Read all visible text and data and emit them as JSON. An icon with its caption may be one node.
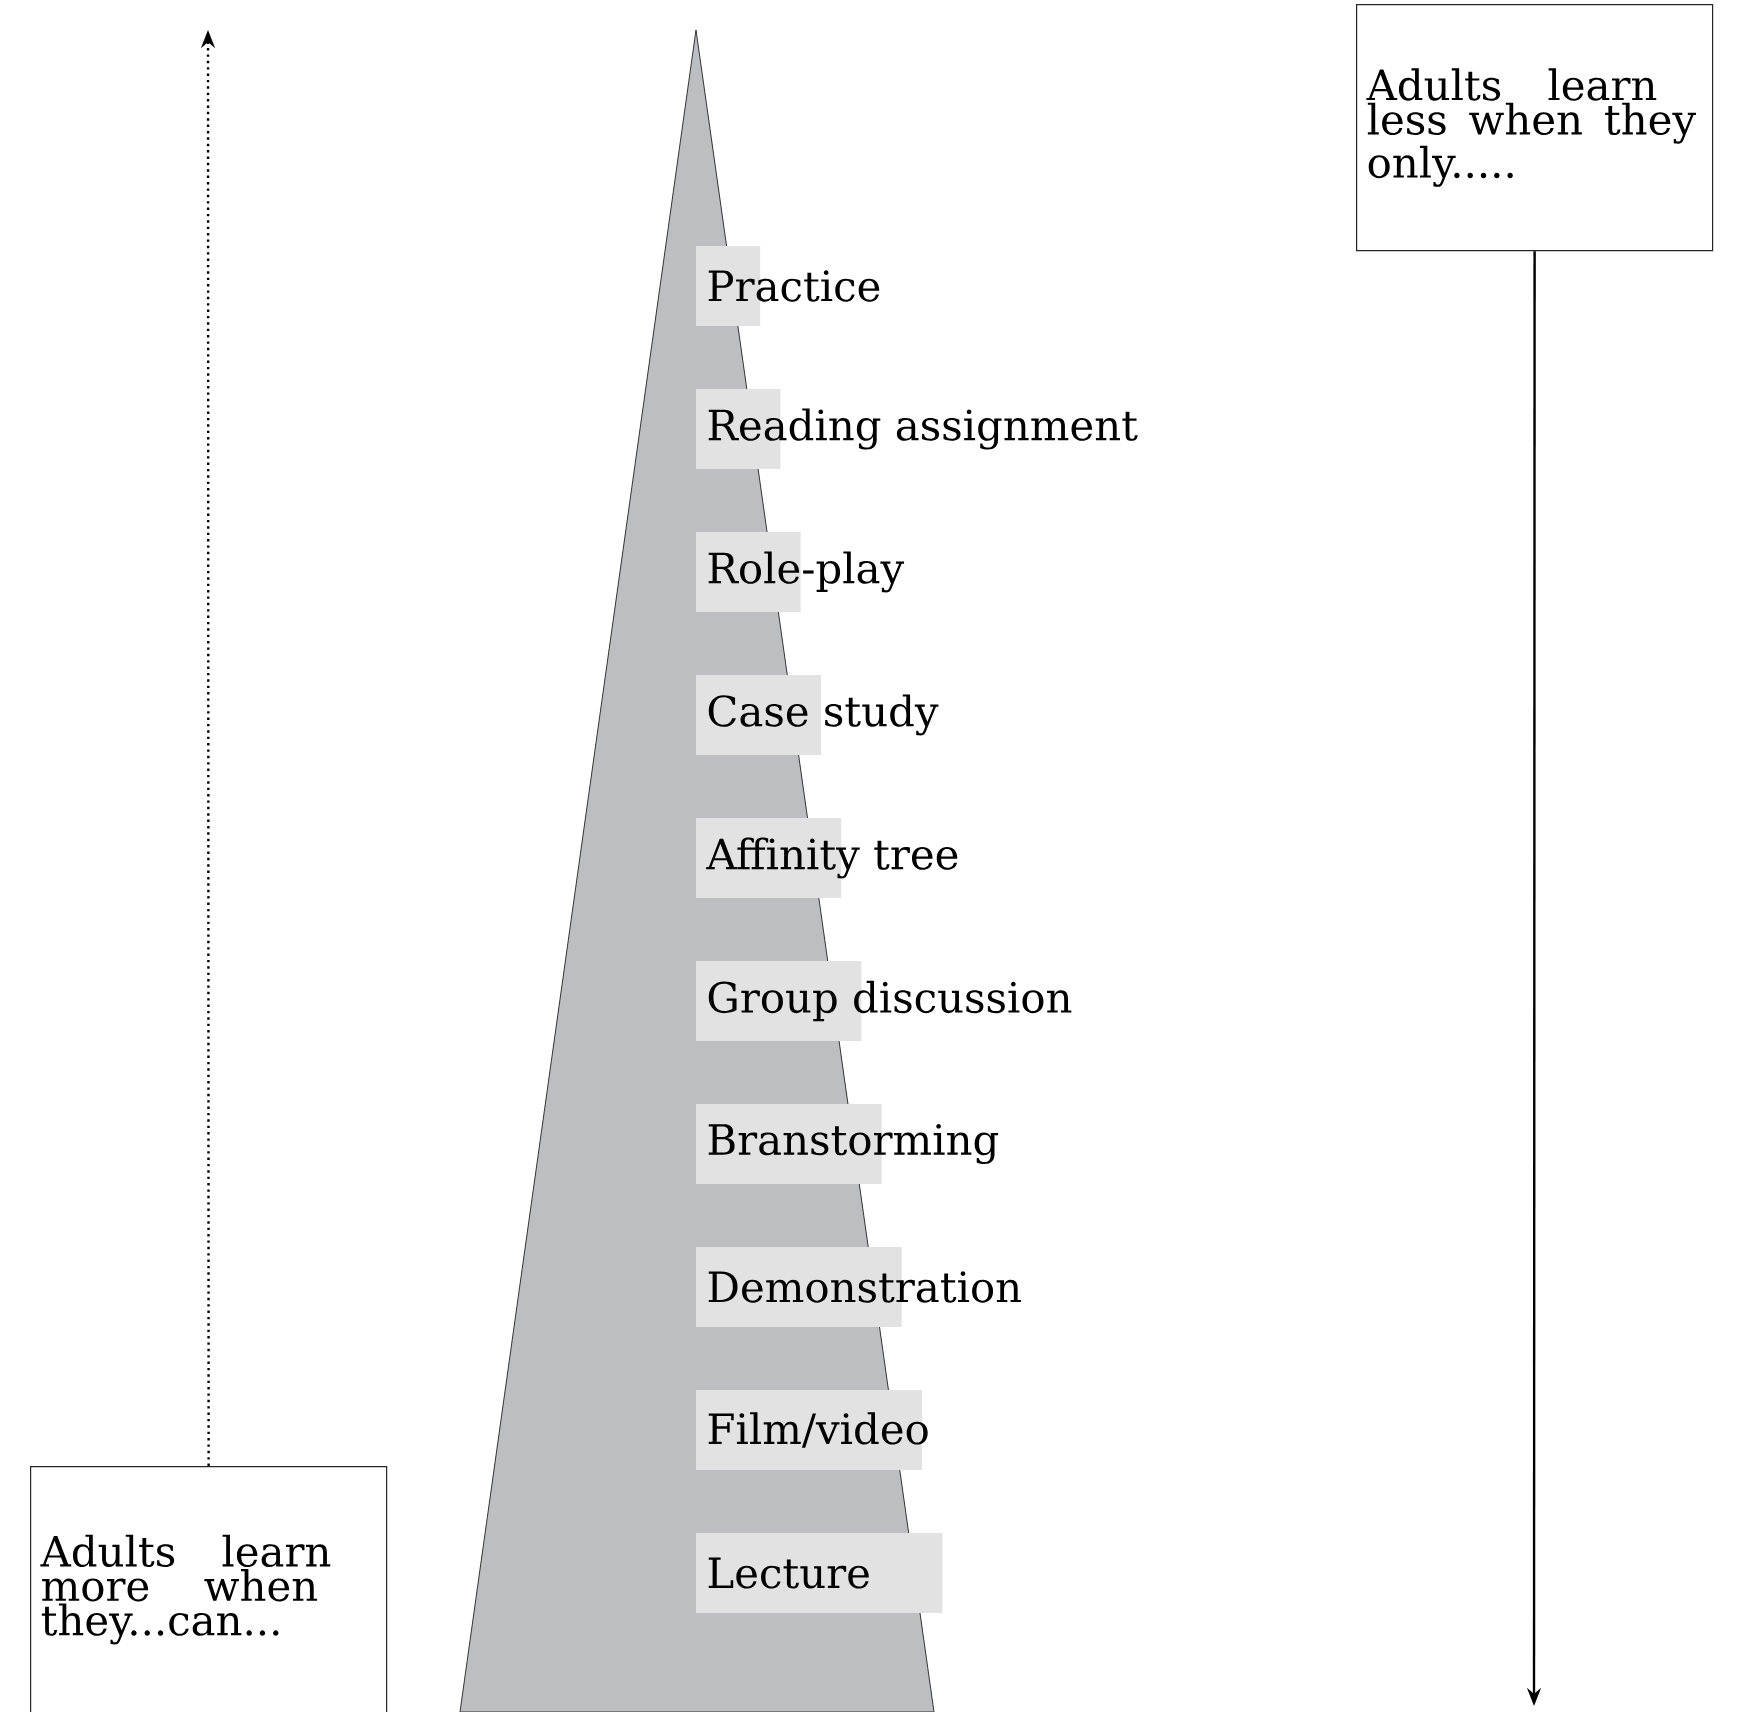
{
  "diagram": {
    "nodes": [
      {
        "text": [
          "Adults learn less when they only....."
        ]
      },
      {
        "text": [
          "Adults learn more when they...can..."
        ]
      },
      {
        "text": [
          "Practice"
        ]
      },
      {
        "text": [
          "Reading assignment"
        ]
      },
      {
        "text": [
          "Role-play"
        ]
      },
      {
        "text": [
          "Case study"
        ]
      },
      {
        "text": [
          "Affinity tree"
        ]
      },
      {
        "text": [
          "Group discussion"
        ]
      },
      {
        "text": [
          "Branstorming"
        ]
      },
      {
        "text": [
          "Demonstration"
        ]
      },
      {
        "text": [
          "Film/video"
        ]
      },
      {
        "text": [
          "Lecture"
        ]
      }
    ],
    "edges": [
      {
        "from": 0,
        "to": null,
        "arrow": "to"
      },
      {
        "from": 1,
        "to": null,
        "arrow": "to",
        "style": "dashed"
      }
    ]
  }
}
